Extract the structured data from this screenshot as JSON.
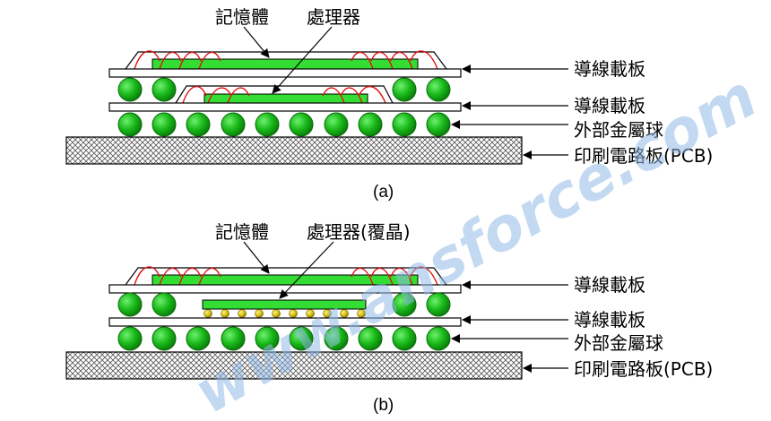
{
  "labels": {
    "memory": "記憶體",
    "processor": "處理器",
    "processor_flipchip": "處理器(覆晶)",
    "substrate": "導線載板",
    "external_balls": "外部金屬球",
    "pcb": "印刷電路板(PCB)",
    "caption_a": "(a)",
    "caption_b": "(b)"
  },
  "watermark": {
    "text": "www.ansforce.com"
  },
  "colors": {
    "ball_green": "#16b316",
    "chip_green": "#33dd33",
    "bump_yellow": "#c8b400",
    "wire_red": "#e01010",
    "pcb_pattern": "#555555",
    "watermark": "#8fb9e6"
  },
  "counts": {
    "external_balls": 10,
    "flip_chip_bumps": 10
  }
}
